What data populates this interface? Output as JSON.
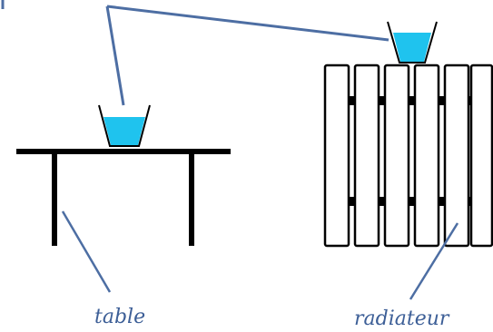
{
  "colors": {
    "water": "#1fc3ee",
    "outline": "#000000",
    "leader_line": "#4d6ea3",
    "label_text": "#3d5f97",
    "background": "#ffffff"
  },
  "labels": {
    "table": "table",
    "radiator": "radiateur"
  },
  "objects": {
    "cup_on_table": "cup-icon",
    "cup_on_radiator": "cup-icon",
    "table": "table-icon",
    "radiator": "radiator-icon"
  },
  "radiator_fin_count": 6,
  "cup_water_level": 0.6
}
